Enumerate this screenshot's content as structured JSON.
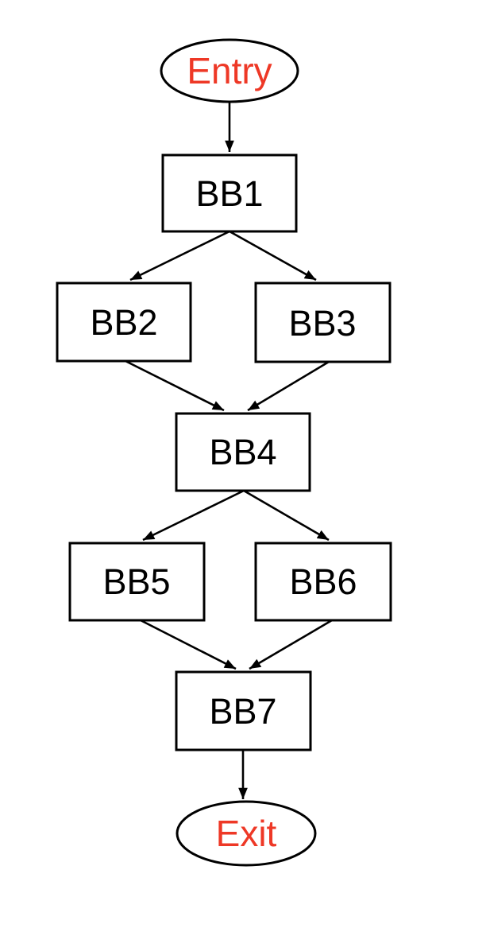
{
  "diagram": {
    "kind": "control-flow-graph",
    "colors": {
      "background": "#ffffff",
      "stroke": "#000000",
      "block_text": "#000000",
      "terminal_text": "#EE3826"
    },
    "nodes": [
      {
        "id": "entry",
        "label": "Entry",
        "shape": "ellipse"
      },
      {
        "id": "bb1",
        "label": "BB1",
        "shape": "rect"
      },
      {
        "id": "bb2",
        "label": "BB2",
        "shape": "rect"
      },
      {
        "id": "bb3",
        "label": "BB3",
        "shape": "rect"
      },
      {
        "id": "bb4",
        "label": "BB4",
        "shape": "rect"
      },
      {
        "id": "bb5",
        "label": "BB5",
        "shape": "rect"
      },
      {
        "id": "bb6",
        "label": "BB6",
        "shape": "rect"
      },
      {
        "id": "bb7",
        "label": "BB7",
        "shape": "rect"
      },
      {
        "id": "exit",
        "label": "Exit",
        "shape": "ellipse"
      }
    ],
    "edges": [
      {
        "from": "Entry",
        "to": "BB1"
      },
      {
        "from": "BB1",
        "to": "BB2"
      },
      {
        "from": "BB1",
        "to": "BB3"
      },
      {
        "from": "BB2",
        "to": "BB4"
      },
      {
        "from": "BB3",
        "to": "BB4"
      },
      {
        "from": "BB4",
        "to": "BB5"
      },
      {
        "from": "BB4",
        "to": "BB6"
      },
      {
        "from": "BB5",
        "to": "BB7"
      },
      {
        "from": "BB6",
        "to": "BB7"
      },
      {
        "from": "BB7",
        "to": "Exit"
      }
    ]
  }
}
